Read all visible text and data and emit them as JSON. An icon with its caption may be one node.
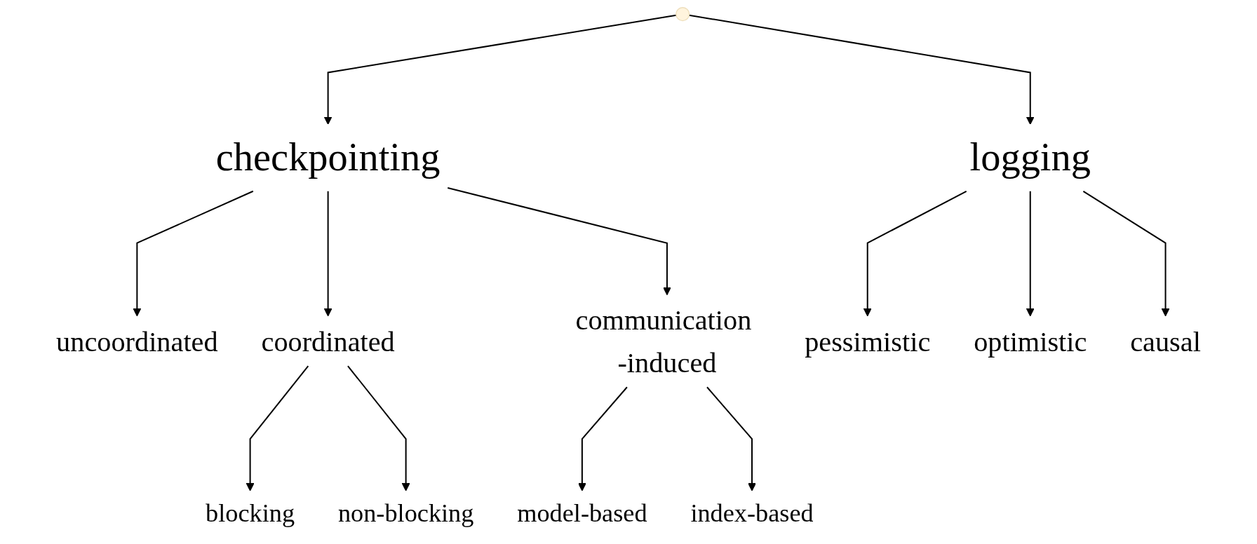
{
  "diagram": {
    "nodes": [
      {
        "text": [
          "checkpointing"
        ]
      },
      {
        "text": [
          "logging"
        ]
      },
      {
        "text": [
          "uncoordinated"
        ]
      },
      {
        "text": [
          "coordinated"
        ]
      },
      {
        "text": [
          "communication -induced"
        ]
      },
      {
        "text": [
          "pessimistic"
        ]
      },
      {
        "text": [
          "optimistic"
        ]
      },
      {
        "text": [
          "causal"
        ]
      },
      {
        "text": [
          "blocking"
        ]
      },
      {
        "text": [
          "non-blocking"
        ]
      },
      {
        "text": [
          "model-based"
        ]
      },
      {
        "text": [
          "index-based"
        ]
      }
    ],
    "edges": [
      {
        "from": null,
        "to": 0,
        "arrow": "to"
      },
      {
        "from": null,
        "to": 1,
        "arrow": "to"
      },
      {
        "from": 0,
        "to": 2,
        "arrow": "to"
      },
      {
        "from": 0,
        "to": 3,
        "arrow": "to"
      },
      {
        "from": 0,
        "to": 4,
        "arrow": "to"
      },
      {
        "from": 1,
        "to": 5,
        "arrow": "to"
      },
      {
        "from": 1,
        "to": 6,
        "arrow": "to"
      },
      {
        "from": 1,
        "to": 7,
        "arrow": "to"
      },
      {
        "from": 3,
        "to": 8,
        "arrow": "to"
      },
      {
        "from": 3,
        "to": 9,
        "arrow": "to"
      },
      {
        "from": 4,
        "to": 10,
        "arrow": "to"
      },
      {
        "from": 4,
        "to": 11,
        "arrow": "to"
      }
    ]
  }
}
